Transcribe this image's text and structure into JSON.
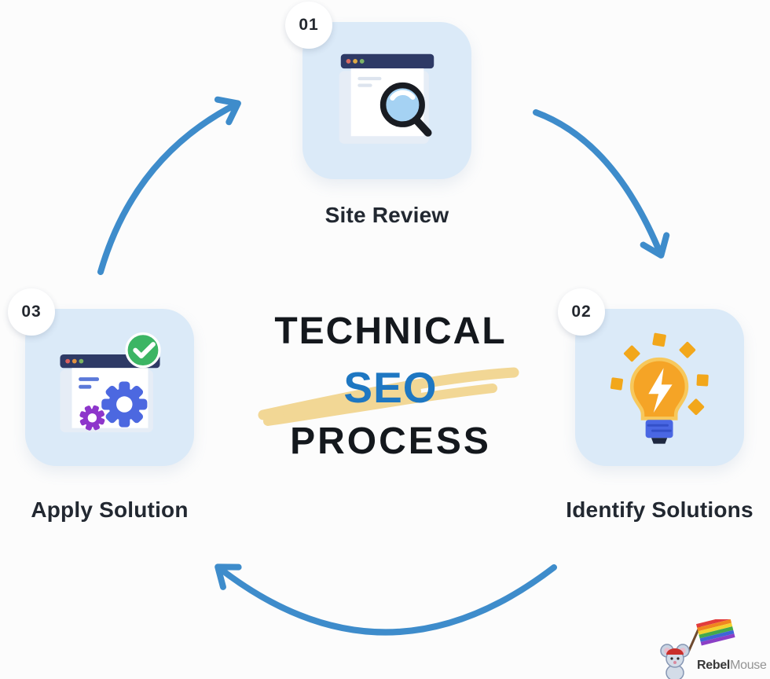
{
  "title": {
    "line1": "TECHNICAL",
    "line2": "SEO",
    "line3": "PROCESS"
  },
  "steps": [
    {
      "number": "01",
      "label": "Site Review",
      "icon": "browser-search-icon"
    },
    {
      "number": "02",
      "label": "Identify Solutions",
      "icon": "lightbulb-idea-icon"
    },
    {
      "number": "03",
      "label": "Apply Solution",
      "icon": "browser-gears-check-icon"
    }
  ],
  "logo": {
    "name": "RebelMouse",
    "brand_bold": "Rebel",
    "brand_light": "Mouse",
    "icon": "rebelmouse-mascot-icon"
  },
  "colors": {
    "background": "#fcfcfc",
    "card_bg": "#dbeaf8",
    "arrow": "#3e8ccb",
    "title_text": "#14181d",
    "seo_text": "#1e77c2",
    "seo_highlight": "#f2d795",
    "label_text": "#222831",
    "browser_bar": "#2e3a66",
    "gear_blue": "#4c68e0",
    "gear_purple": "#8d36cb",
    "check_green": "#3cb564",
    "bulb_orange": "#f5a426",
    "bulb_halo": "#f7c85c",
    "spark_orange": "#f2a71b",
    "base_blue": "#4a67e3",
    "badge_text": "#23272e"
  }
}
